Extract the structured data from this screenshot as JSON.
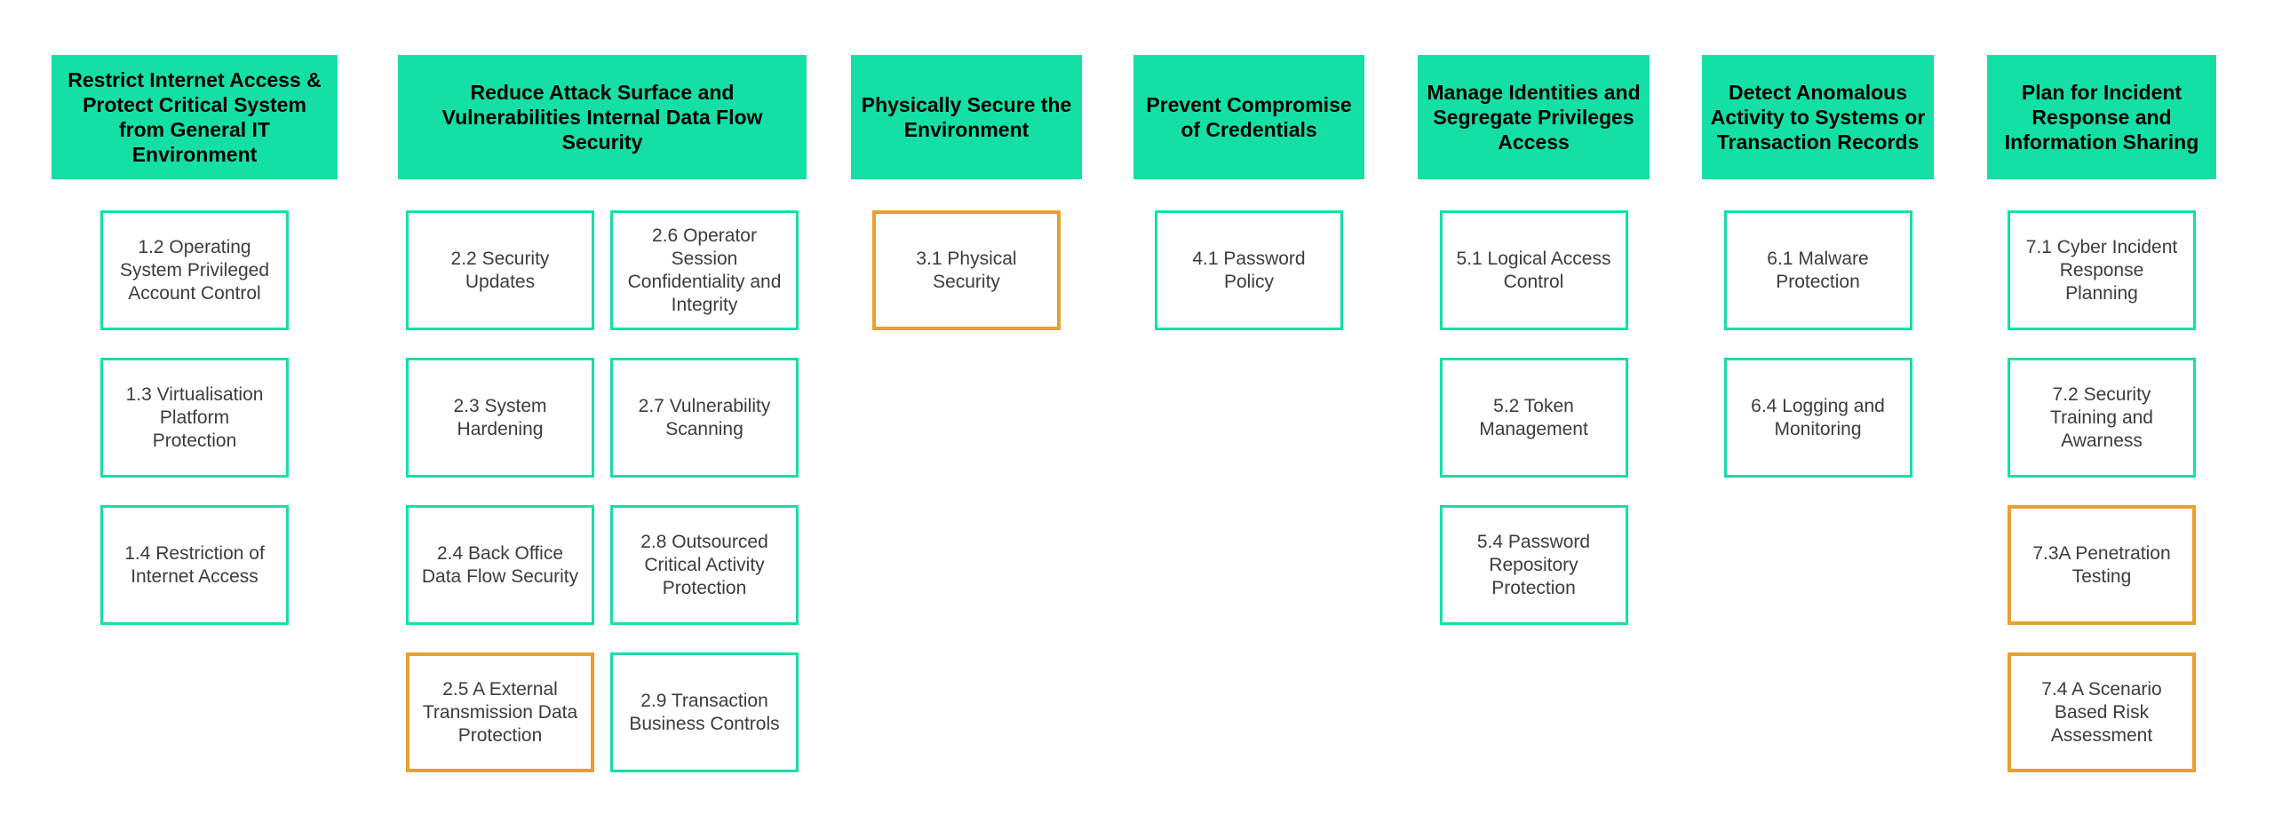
{
  "palette": {
    "header_fill": "#14e0a6",
    "teal_border": "#14e0a6",
    "orange_border": "#e8a130",
    "header_text": "#000000",
    "box_text": "#3c3c3c",
    "background": "#ffffff"
  },
  "columns": [
    {
      "header": "Restrict Internet Access & Protect Critical System from General IT Environment",
      "lanes": [
        {
          "boxes": [
            {
              "label": "1.2 Operating System Privileged Account Control",
              "style": "teal"
            },
            {
              "label": "1.3 Virtualisation Platform Protection",
              "style": "teal"
            },
            {
              "label": "1.4 Restriction of Internet Access",
              "style": "teal"
            }
          ]
        }
      ]
    },
    {
      "header": "Reduce Attack Surface and Vulnerabilities Internal Data Flow Security",
      "lanes": [
        {
          "boxes": [
            {
              "label": "2.2 Security Updates",
              "style": "teal"
            },
            {
              "label": "2.3 System Hardening",
              "style": "teal"
            },
            {
              "label": "2.4 Back Office Data Flow Security",
              "style": "teal"
            },
            {
              "label": "2.5 A External Transmission Data Protection",
              "style": "orange"
            }
          ]
        },
        {
          "boxes": [
            {
              "label": "2.6 Operator Session Confidentiality and Integrity",
              "style": "teal"
            },
            {
              "label": "2.7 Vulnerability Scanning",
              "style": "teal"
            },
            {
              "label": "2.8 Outsourced Critical Activity Protection",
              "style": "teal"
            },
            {
              "label": "2.9 Transaction Business Controls",
              "style": "teal"
            }
          ]
        }
      ]
    },
    {
      "header": "Physically Secure the Environment",
      "lanes": [
        {
          "boxes": [
            {
              "label": "3.1 Physical Security",
              "style": "orange"
            }
          ]
        }
      ]
    },
    {
      "header": "Prevent Compromise of Credentials",
      "lanes": [
        {
          "boxes": [
            {
              "label": "4.1 Password Policy",
              "style": "teal"
            }
          ]
        }
      ]
    },
    {
      "header": "Manage Identities and Segregate Privileges Access",
      "lanes": [
        {
          "boxes": [
            {
              "label": "5.1 Logical Access Control",
              "style": "teal"
            },
            {
              "label": "5.2 Token Management",
              "style": "teal"
            },
            {
              "label": "5.4 Password Repository Protection",
              "style": "teal"
            }
          ]
        }
      ]
    },
    {
      "header": "Detect Anomalous Activity to Systems or Transaction Records",
      "lanes": [
        {
          "boxes": [
            {
              "label": "6.1 Malware Protection",
              "style": "teal"
            },
            {
              "label": "6.4 Logging and Monitoring",
              "style": "teal"
            }
          ]
        }
      ]
    },
    {
      "header": "Plan for Incident Response and Information Sharing",
      "lanes": [
        {
          "boxes": [
            {
              "label": "7.1 Cyber Incident Response Planning",
              "style": "teal"
            },
            {
              "label": "7.2 Security Training and Awarness",
              "style": "teal"
            },
            {
              "label": "7.3A Penetration Testing",
              "style": "orange"
            },
            {
              "label": "7.4 A Scenario Based Risk Assessment",
              "style": "orange"
            }
          ]
        }
      ]
    }
  ]
}
